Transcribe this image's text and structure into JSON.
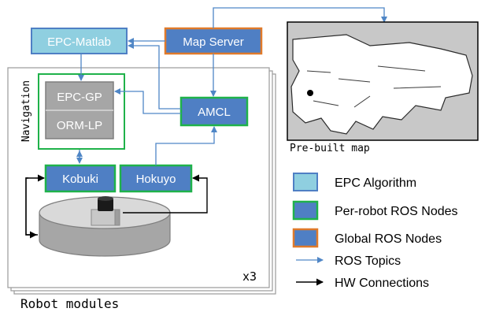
{
  "nodes": {
    "epc_matlab": "EPC-Matlab",
    "map_server": "Map Server",
    "epc_gp": "EPC-GP",
    "orm_lp": "ORM-LP",
    "amcl": "AMCL",
    "kobuki": "Kobuki",
    "hokuyo": "Hokuyo"
  },
  "labels": {
    "navigation": "Navigation",
    "multiplier": "x3",
    "robot_modules": "Robot modules",
    "prebuilt_map": "Pre-built map"
  },
  "legend": {
    "epc_algorithm": "EPC Algorithm",
    "per_robot": "Per-robot ROS Nodes",
    "global": "Global ROS Nodes",
    "ros_topics": "ROS Topics",
    "hw_connections": "HW Connections"
  },
  "colors": {
    "epc_fill": "#8fcfe0",
    "node_fill": "#4f7fc4",
    "per_robot_border": "#1fb24a",
    "global_border": "#e07a2a",
    "topic_arrow": "#4f86c6",
    "gray_fill": "#a6a6a6"
  }
}
